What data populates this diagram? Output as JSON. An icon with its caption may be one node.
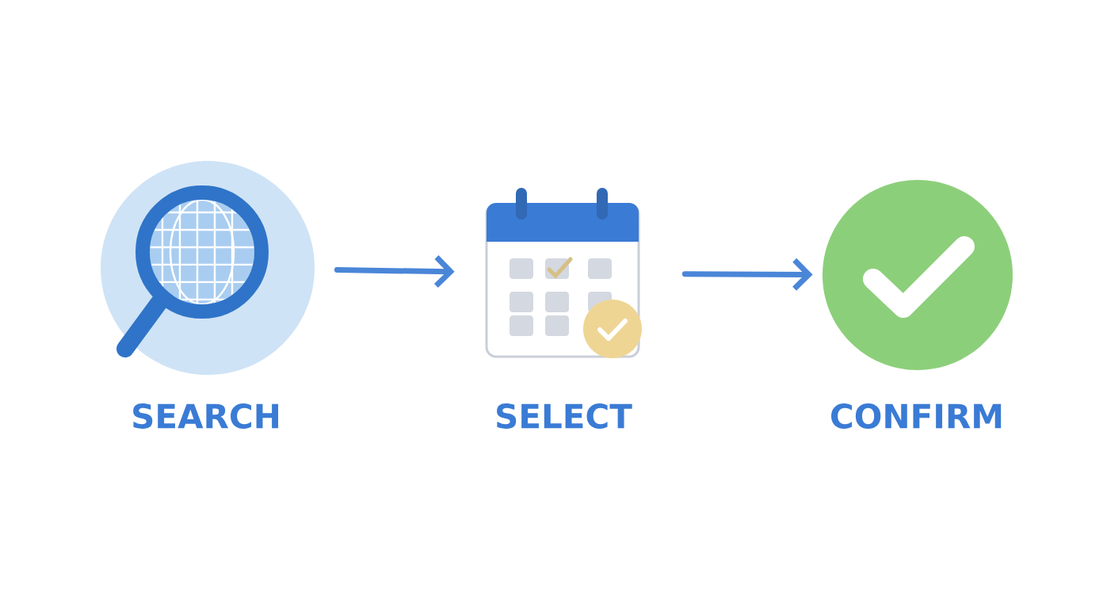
{
  "diagram": {
    "nodes": [
      {
        "text": [
          "SEARCH"
        ]
      },
      {
        "text": [
          "SELECT"
        ]
      },
      {
        "text": [
          "CONFIRM"
        ]
      }
    ],
    "edges": [
      {
        "from": 0,
        "to": 1,
        "arrow": "to"
      },
      {
        "from": 1,
        "to": 2,
        "arrow": "to"
      }
    ]
  }
}
